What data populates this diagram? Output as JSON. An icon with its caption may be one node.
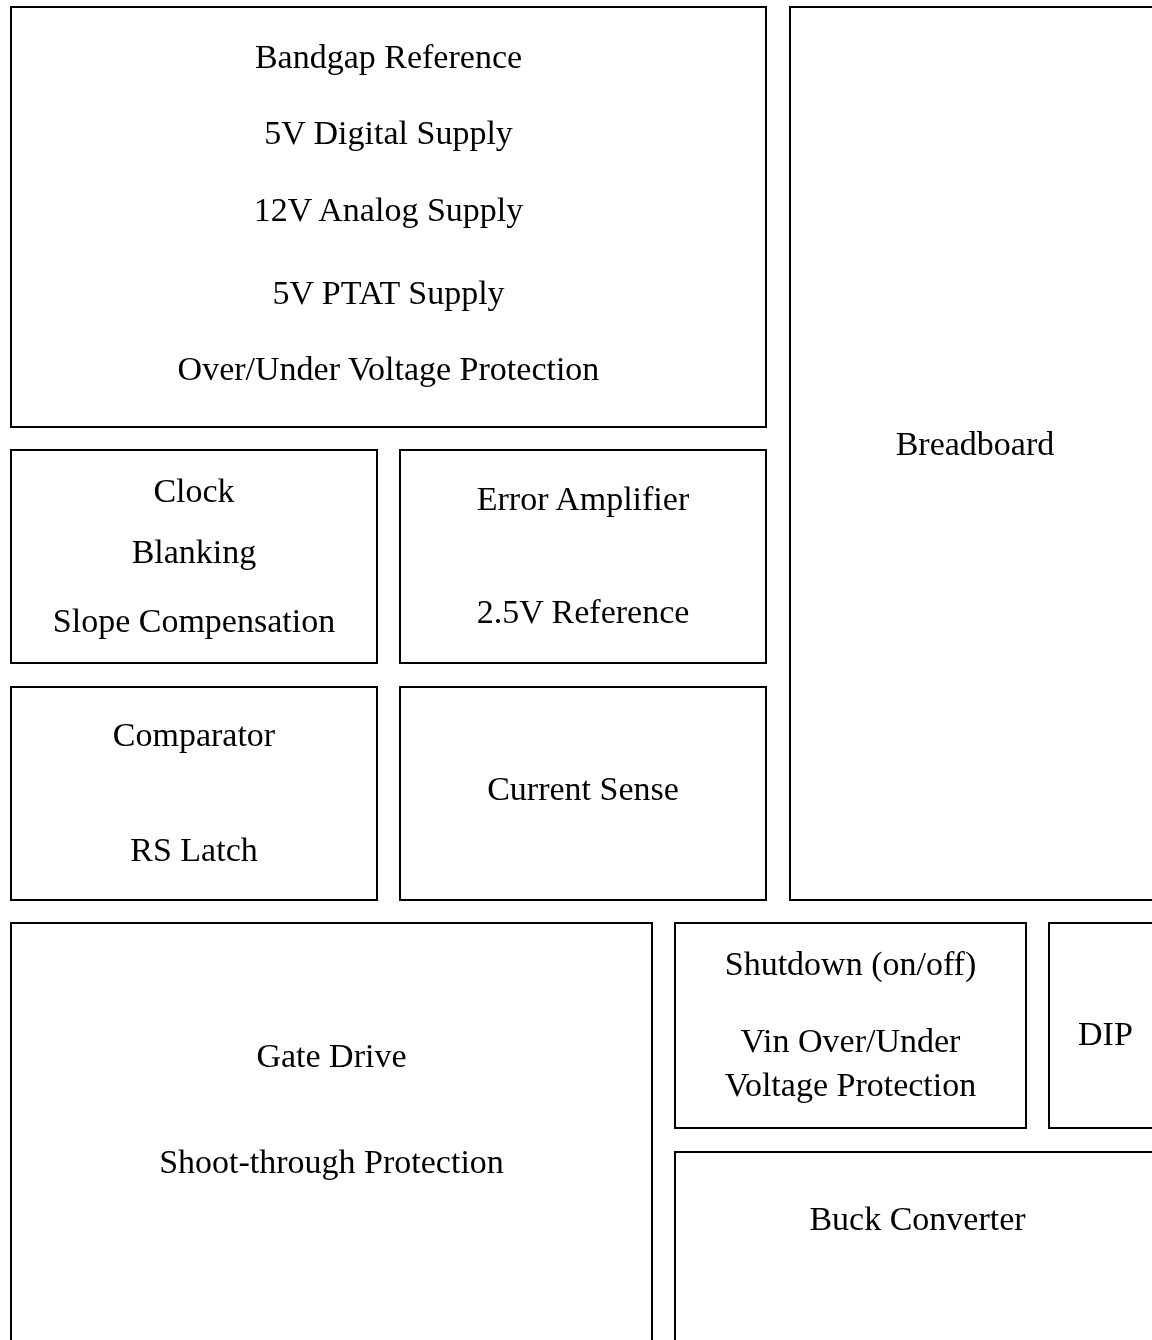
{
  "diagram": {
    "nodes": [
      {
        "text": [
          "Bandgap Reference",
          "5V Digital Supply",
          "12V Analog Supply",
          "5V PTAT Supply",
          "Over/Under Voltage Protection"
        ]
      },
      {
        "text": [
          "Breadboard"
        ]
      },
      {
        "text": [
          "Clock",
          "Blanking",
          "Slope Compensation"
        ]
      },
      {
        "text": [
          "Error Amplifier",
          "2.5V Reference"
        ]
      },
      {
        "text": [
          "Comparator",
          "RS Latch"
        ]
      },
      {
        "text": [
          "Current Sense"
        ]
      },
      {
        "text": [
          "Gate Drive",
          "Shoot-through Protection"
        ]
      },
      {
        "text": [
          "Shutdown (on/off)",
          "Vin Over/Under Voltage Protection"
        ]
      },
      {
        "text": [
          "DIP"
        ]
      },
      {
        "text": [
          "Buck Converter"
        ]
      }
    ]
  }
}
